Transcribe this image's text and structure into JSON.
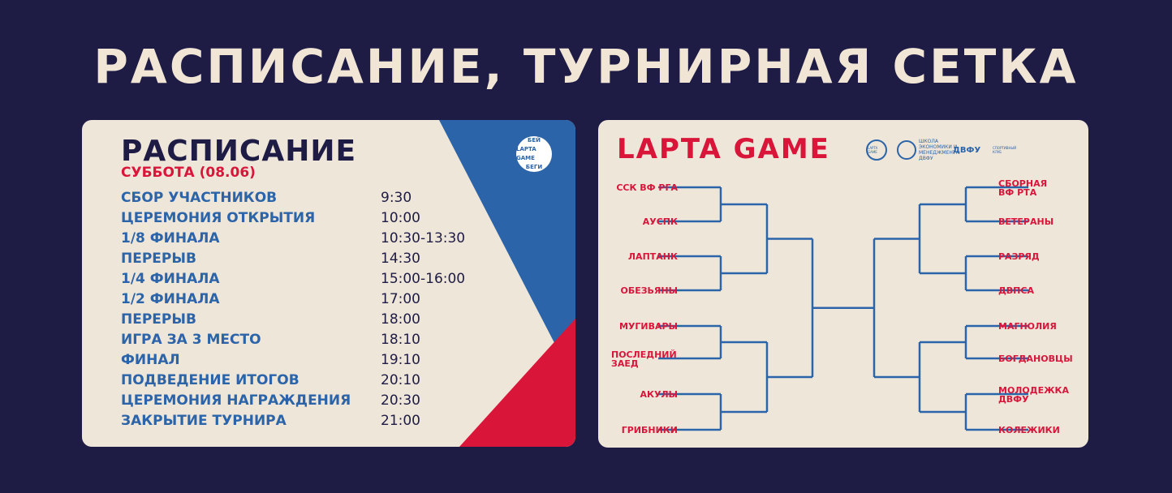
{
  "page_title": "РАСПИСАНИЕ, ТУРНИРНАЯ СЕТКА",
  "colors": {
    "background": "#1e1c45",
    "card": "#efe6da",
    "blue": "#2b64a8",
    "red": "#d9163a"
  },
  "schedule": {
    "title": "РАСПИСАНИЕ",
    "subtitle": "СУББОТА (08.06)",
    "logo": {
      "top": "БЕЙ",
      "mid": "LAPTA GAME",
      "bottom": "БЕГИ"
    },
    "items": [
      {
        "name": "СБОР УЧАСТНИКОВ",
        "time": "9:30"
      },
      {
        "name": "ЦЕРЕМОНИЯ ОТКРЫТИЯ",
        "time": "10:00"
      },
      {
        "name": "1/8 ФИНАЛА",
        "time": "10:30-13:30"
      },
      {
        "name": "ПЕРЕРЫВ",
        "time": "14:30"
      },
      {
        "name": "1/4 ФИНАЛА",
        "time": "15:00-16:00"
      },
      {
        "name": "1/2 ФИНАЛА",
        "time": "17:00"
      },
      {
        "name": "ПЕРЕРЫВ",
        "time": "18:00"
      },
      {
        "name": "ИГРА ЗА 3 МЕСТО",
        "time": "18:10"
      },
      {
        "name": "ФИНАЛ",
        "time": "19:10"
      },
      {
        "name": "ПОДВЕДЕНИЕ ИТОГОВ",
        "time": "20:10"
      },
      {
        "name": "ЦЕРЕМОНИЯ НАГРАЖДЕНИЯ",
        "time": "20:30"
      },
      {
        "name": "ЗАКРЫТИЕ ТУРНИРА",
        "time": "21:00"
      }
    ]
  },
  "bracket": {
    "title": "LAPTA GAME",
    "sponsors": [
      "LAPTA GAME",
      "ШКОЛА ЭКОНОМИКИ И МЕНЕДЖМЕНТА ДВФУ",
      "ДВФУ",
      "СПОРТИВНЫЙ КЛУБ"
    ],
    "left_teams": [
      "ССК ВФ РГА",
      "АУСПК",
      "ЛАПТАНК",
      "ОБЕЗЬЯНЫ",
      "МУГИВАРЫ",
      "ПОСЛЕДНИЙ ЗАЕД",
      "АКУЛЫ",
      "ГРИБНИКИ"
    ],
    "right_teams": [
      "СБОРНАЯ ВФ РТА",
      "ВЕТЕРАНЫ",
      "РАЗРЯД",
      "ДВПСА",
      "МАГНОЛИЯ",
      "БОГДАНОВЦЫ",
      "МОЛОДЕЖКА ДВФУ",
      "КОЛЕЖИКИ"
    ]
  }
}
